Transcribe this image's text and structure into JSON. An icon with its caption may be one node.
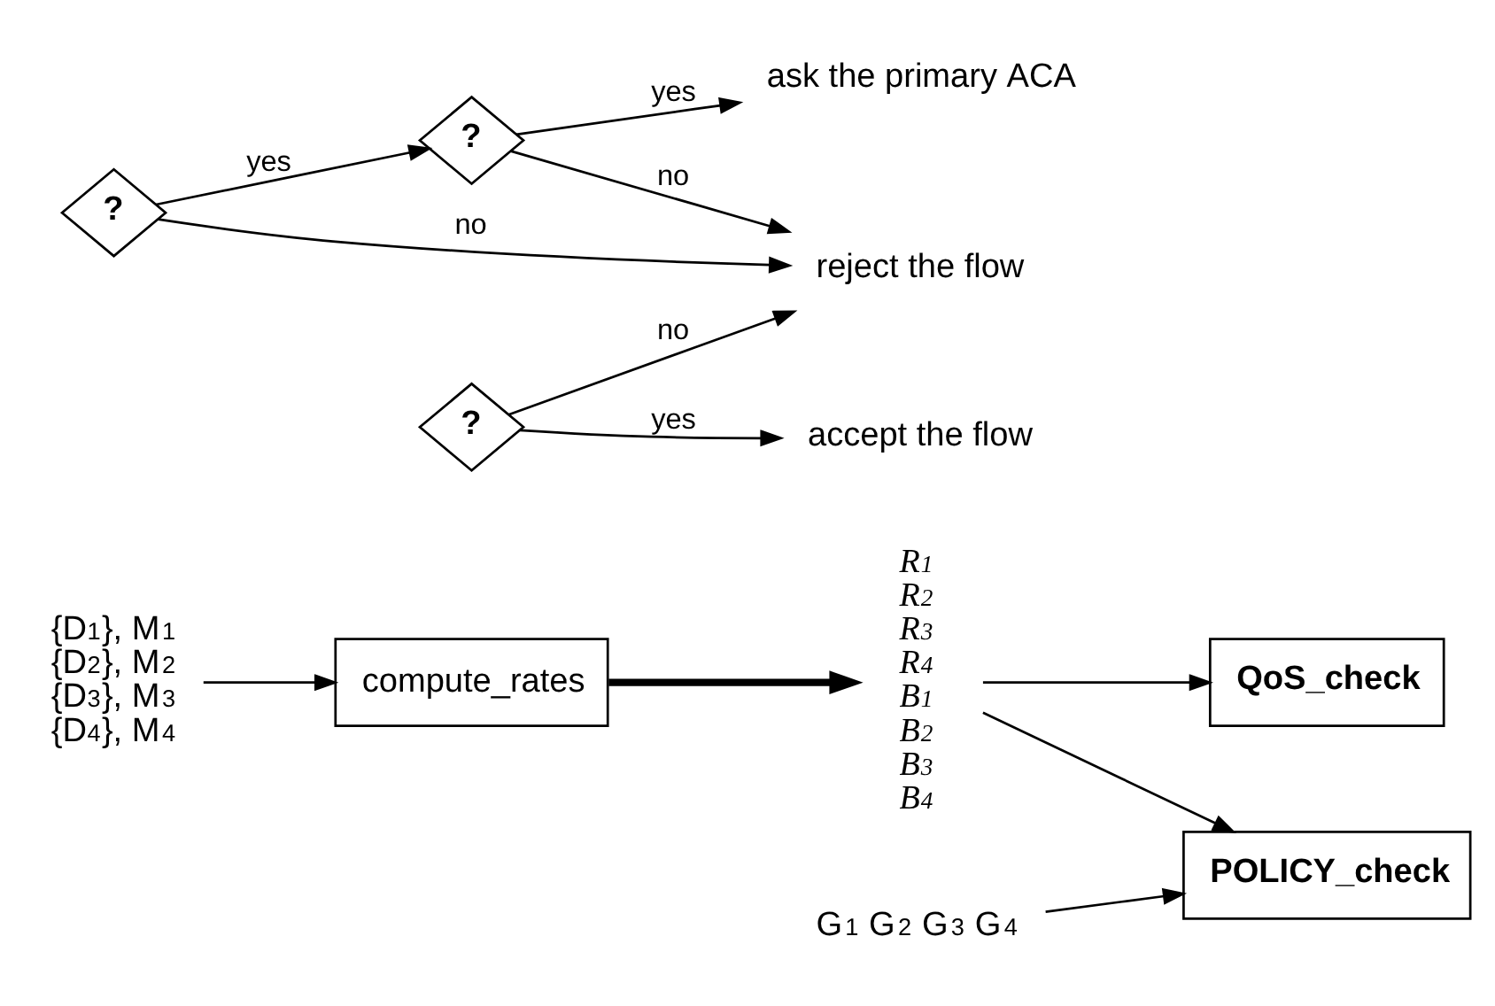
{
  "diagram": {
    "nodes": [
      {
        "text": [
          "{D$_{1}$}, M$_{1}$",
          "{D$_{2}$}, M$_{2}$",
          "{D$_{3}$}, M$_{3}$",
          "{D$_{4}$}, M$_{4}$"
        ]
      },
      {
        "text": [
          "compute_rates"
        ]
      },
      {
        "text": [
          "R$_{1}$",
          "R$_{2}$",
          "R$_{3}$",
          "R$_{4}$",
          "B$_{1}$",
          "B$_{2}$",
          "B$_{3}$",
          "B$_{4}$"
        ]
      },
      {
        "text": [
          "QoS_check"
        ]
      },
      {
        "text": [
          "POLICY_check"
        ]
      },
      {
        "text": [
          "G$_{1}$ G$_{2}$ G$_{3}$ G$_{4}$"
        ]
      },
      {
        "text": [
          "?"
        ]
      },
      {
        "text": [
          "?"
        ]
      },
      {
        "text": [
          "reject the flow"
        ]
      },
      {
        "text": [
          "ask the primary ACA"
        ]
      },
      {
        "text": [
          "?"
        ]
      },
      {
        "text": [
          "accept the flow"
        ]
      }
    ],
    "edges": [
      {
        "from": 0,
        "to": 1,
        "arrow": "to"
      },
      {
        "from": 1,
        "to": 2,
        "arrow": "to",
        "style": "thick"
      },
      {
        "from": 2,
        "to": 3,
        "arrow": "to"
      },
      {
        "from": 2,
        "to": 4,
        "arrow": "to"
      },
      {
        "from": 5,
        "to": 4,
        "arrow": "to"
      },
      {
        "from": 6,
        "to": 8,
        "arrow": "to",
        "label": "no"
      },
      {
        "from": 6,
        "to": 7,
        "arrow": "to",
        "label": "yes"
      },
      {
        "from": 7,
        "to": 8,
        "arrow": "to",
        "label": "no"
      },
      {
        "from": 7,
        "to": 9,
        "arrow": "to",
        "label": "yes"
      },
      {
        "from": 10,
        "to": 8,
        "arrow": "to",
        "label": "no"
      },
      {
        "from": 10,
        "to": 11,
        "arrow": "to",
        "label": "yes"
      }
    ]
  }
}
